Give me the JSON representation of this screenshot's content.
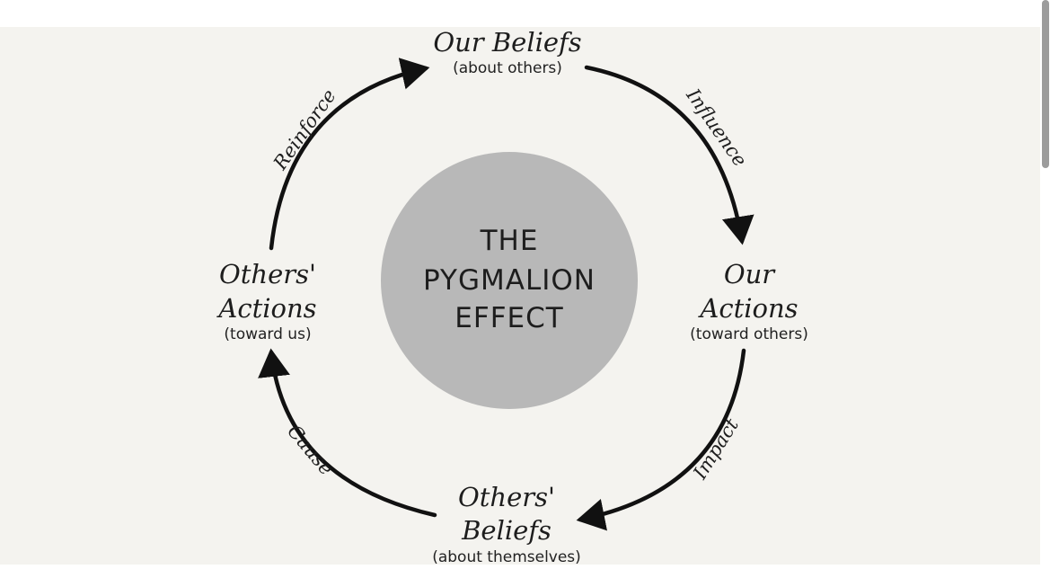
{
  "center": {
    "line1": "THE",
    "line2": "PYGMALION",
    "line3": "EFFECT",
    "fill_color": "#b8b8b8"
  },
  "nodes": {
    "our_beliefs": {
      "title": "Our Beliefs",
      "sub": "(about others)"
    },
    "our_actions": {
      "title_line1": "Our",
      "title_line2": "Actions",
      "sub": "(toward others)"
    },
    "others_beliefs": {
      "title_line1": "Others'",
      "title_line2": "Beliefs",
      "sub": "(about themselves)"
    },
    "others_actions": {
      "title_line1": "Others'",
      "title_line2": "Actions",
      "sub": "(toward us)"
    }
  },
  "edges": {
    "influence": "Influence",
    "impact": "Impact",
    "cause": "Cause",
    "reinforce": "Reinforce"
  },
  "colors": {
    "background": "#f4f3ef",
    "arrow": "#111111",
    "text": "#1d1d1d"
  }
}
